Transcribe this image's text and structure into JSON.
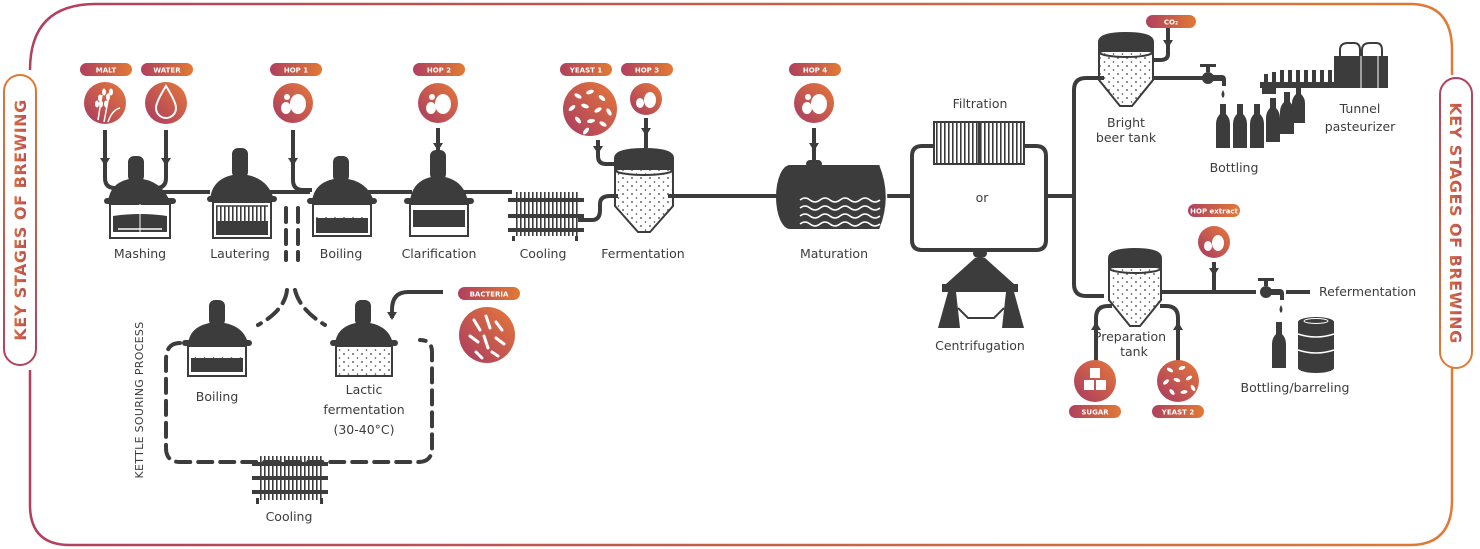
{
  "title": "KEY STAGES OF BREWING",
  "colors": {
    "gradient_start": "#b0405e",
    "gradient_end": "#e07a35",
    "equipment": "#3c3c3c",
    "text": "#3c3c3c"
  },
  "ingredients": {
    "malt": "MALT",
    "water": "WATER",
    "hop1": "HOP 1",
    "hop2": "HOP 2",
    "yeast1": "YEAST 1",
    "hop3": "HOP 3",
    "hop4": "HOP 4",
    "co2": "CO₂",
    "hop_extract": "HOP extract",
    "bacteria": "BACTERIA",
    "sugar": "SUGAR",
    "yeast2": "YEAST 2"
  },
  "stages": {
    "mashing": "Mashing",
    "lautering": "Lautering",
    "boiling": "Boiling",
    "clarification": "Clarification",
    "cooling": "Cooling",
    "fermentation": "Fermentation",
    "maturation": "Maturation",
    "filtration": "Filtration",
    "or": "or",
    "centrifugation": "Centrifugation",
    "bright_tank_line1": "Bright",
    "bright_tank_line2": "beer tank",
    "bottling": "Bottling",
    "tunnel_line1": "Tunnel",
    "tunnel_line2": "pasteurizer",
    "prep_tank_line1": "Preparation",
    "prep_tank_line2": "tank",
    "refermentation": "Refermentation",
    "bottling_barreling": "Bottling/barreling"
  },
  "kettle_souring": {
    "title": "KETTLE SOURING PROCESS",
    "boiling": "Boiling",
    "lactic_line1": "Lactic",
    "lactic_line2": "fermentation",
    "lactic_line3": "(30-40°C)",
    "cooling": "Cooling"
  }
}
